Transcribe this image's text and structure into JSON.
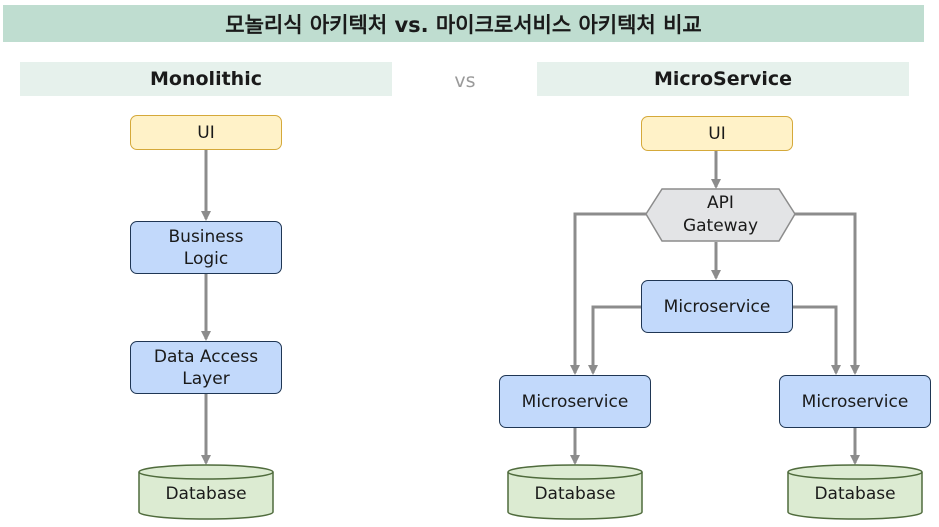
{
  "title": "모놀리식 아키텍처 vs. 마이크로서비스 아키텍처 비교",
  "vs": "vs",
  "monolithic": {
    "header": "Monolithic",
    "ui": "UI",
    "business_logic": "Business\nLogic",
    "data_access_layer": "Data Access\nLayer",
    "database": "Database"
  },
  "microservice": {
    "header": "MicroService",
    "ui": "UI",
    "gateway": "API\nGateway",
    "center_service": "Microservice",
    "left_service": "Microservice",
    "right_service": "Microservice",
    "left_database": "Database",
    "right_database": "Database"
  },
  "colors": {
    "title_band": "#bfddd0",
    "section_band": "#e6f1ec",
    "ui_fill": "#fff2c8",
    "ui_border": "#d5a93a",
    "service_fill": "#c2d9fb",
    "service_border": "#1f3654",
    "database_fill": "#dcebd2",
    "database_border": "#4f6b3c",
    "gateway_fill": "#e3e4e6",
    "arrow": "#8c8c8c"
  }
}
